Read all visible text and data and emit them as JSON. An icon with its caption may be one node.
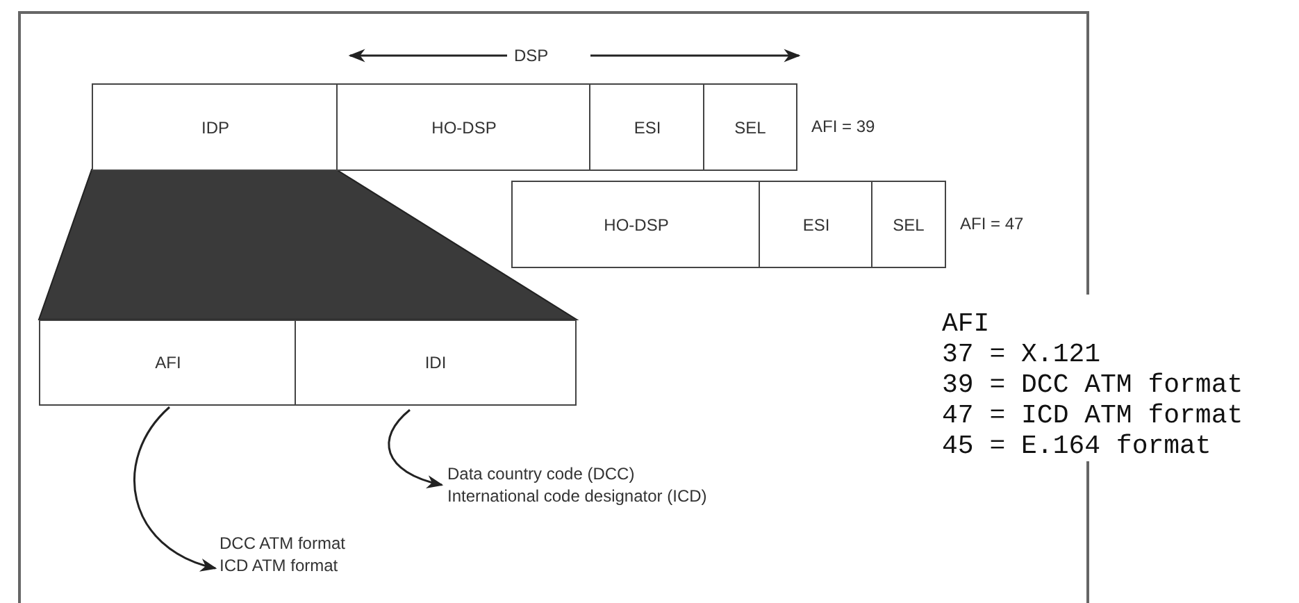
{
  "diagram": {
    "nodes": [
      {
        "text": [
          "IDP"
        ]
      },
      {
        "text": [
          "HO-DSP"
        ]
      },
      {
        "text": [
          "ESI"
        ]
      },
      {
        "text": [
          "SEL"
        ],
        "beside": [
          "AFI = 39"
        ]
      },
      {
        "text": [
          "HO-DSP"
        ]
      },
      {
        "text": [
          "ESI"
        ]
      },
      {
        "text": [
          "SEL"
        ],
        "beside": [
          "AFI = 47"
        ]
      },
      {
        "text": [],
        "shape": "trapezoid"
      },
      {
        "text": [
          "AFI"
        ]
      },
      {
        "text": [
          "IDI"
        ]
      },
      {
        "text": [
          "Data country code (DCC)",
          "International code designator (ICD)"
        ]
      },
      {
        "text": [
          "DCC ATM format",
          "ICD ATM format"
        ]
      }
    ],
    "edges": [
      {
        "from": 8,
        "to": 11,
        "arrow": "to"
      },
      {
        "from": 9,
        "to": 10,
        "arrow": "to"
      }
    ],
    "labels": [
      "DSP",
      "AFI",
      "37 = X.121",
      "39 = DCC ATM format",
      "47 = ICD ATM format",
      "45 = E.164 format"
    ]
  }
}
